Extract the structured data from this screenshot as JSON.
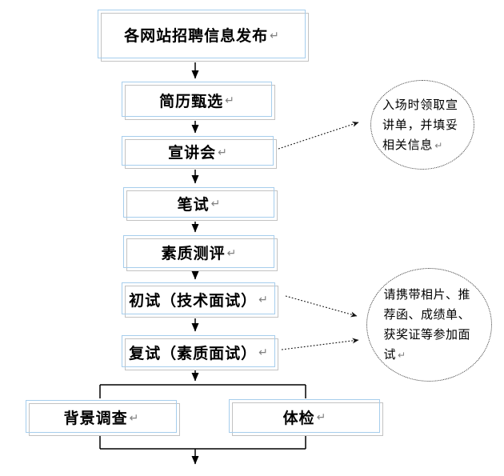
{
  "colors": {
    "selection_outline_blue": "#a6cdec",
    "shape_border_gray": "#c2c2c2",
    "connector_black": "#000000",
    "return_mark_gray": "#808080",
    "text_black": "#000000",
    "callout_dotted_border": "#333333"
  },
  "flowchart": {
    "return_mark": "↵",
    "nodes": [
      {
        "id": "publish",
        "label": "各网站招聘信息发布"
      },
      {
        "id": "resume-screening",
        "label": "简历甄选"
      },
      {
        "id": "info-session",
        "label": "宣讲会"
      },
      {
        "id": "written-test",
        "label": "笔试"
      },
      {
        "id": "quality-assessment",
        "label": "素质测评"
      },
      {
        "id": "first-interview",
        "label": "初试（技术面试）"
      },
      {
        "id": "second-interview",
        "label": "复试（素质面试）"
      },
      {
        "id": "background-check",
        "label": "背景调查"
      },
      {
        "id": "physical-exam",
        "label": "体检"
      }
    ],
    "callouts": [
      {
        "id": "entry-note",
        "text": "入场时领取宣\n讲单，并填妥\n相关信息"
      },
      {
        "id": "materials-note",
        "text": "请携带相片、推\n荐函、成绩单、\n获奖证等参加面\n试"
      }
    ]
  }
}
